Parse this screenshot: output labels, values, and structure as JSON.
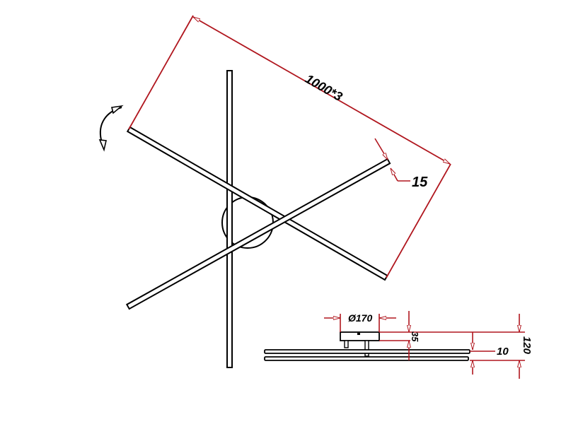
{
  "title": "Ceiling lamp technical dimension drawing",
  "colors": {
    "dimension_line": "#b0161e",
    "outline": "#000000",
    "background": "#ffffff"
  },
  "top_view": {
    "arm_length_label": "1000*3",
    "arm_width_label": "15",
    "rotation_icon": "rotate-arrow-icon",
    "arms_count": 3
  },
  "side_view": {
    "canopy_diameter_label": "Ø170",
    "canopy_height_label": "35",
    "bar_height_label": "10",
    "total_height_label": "120"
  }
}
